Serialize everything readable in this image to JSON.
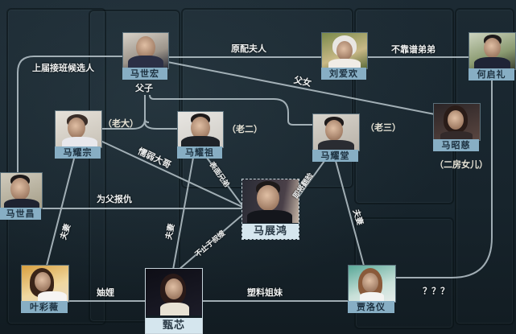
{
  "diagram": {
    "type": "character-relationship-map",
    "colors": {
      "background": "#1a2830",
      "line": "#b9c6cc",
      "name_tag": "#87aec4",
      "name_tag_center": "#d5e6ee",
      "label_text": "#f0f2f2"
    }
  },
  "characters": {
    "ma_shihong": {
      "name": "马世宏"
    },
    "liu_aihuan": {
      "name": "刘爱欢"
    },
    "he_qili": {
      "name": "何启礼"
    },
    "ma_yaozong": {
      "name": "马耀宗",
      "note": "（老大）"
    },
    "ma_yaozu": {
      "name": "马耀祖",
      "note": "（老二）"
    },
    "ma_yaotang": {
      "name": "马耀堂",
      "note": "（老三）"
    },
    "ma_zhaoci": {
      "name": "马昭慈",
      "note": "（二房女儿）"
    },
    "ma_shichang": {
      "name": "马世昌"
    },
    "ma_zhanhong": {
      "name": "马展鸿"
    },
    "ye_caiwei": {
      "name": "叶彩薇"
    },
    "zhen_xin": {
      "name": "甄芯"
    },
    "jia_luoyi": {
      "name": "贾洛仪"
    }
  },
  "relations": {
    "r1": {
      "from": "马世昌",
      "to": "马世宏",
      "label": "上届接班候选人"
    },
    "r2": {
      "from": "马世宏",
      "to": "刘爱欢",
      "label": "原配夫人"
    },
    "r3": {
      "from": "刘爱欢",
      "to": "何启礼",
      "label": "不靠谱弟弟"
    },
    "r4": {
      "from": "马世宏",
      "to": "马昭慈",
      "label": "父女"
    },
    "r5": {
      "from": "马世宏",
      "to": "马耀宗/马耀祖/马耀堂",
      "label": "父子"
    },
    "r6": {
      "from": "马耀宗",
      "to": "马展鸿",
      "label": "懦弱大哥"
    },
    "r7": {
      "from": "马耀祖",
      "to": "马展鸿",
      "label": "表面兄弟"
    },
    "r8": {
      "from": "马耀堂",
      "to": "马展鸿",
      "label": "即将翻脸"
    },
    "r9": {
      "from": "马世昌",
      "to": "马展鸿",
      "label": "为父报仇"
    },
    "r10": {
      "from": "马耀宗",
      "to": "叶彩薇",
      "label": "夫妻"
    },
    "r11": {
      "from": "马耀祖",
      "to": "甄芯",
      "label": "夫妻"
    },
    "r12": {
      "from": "马展鸿",
      "to": "甄芯",
      "label": "不止于叔嫂"
    },
    "r13": {
      "from": "马耀堂",
      "to": "贾洛仪",
      "label": "夫妻"
    },
    "r14": {
      "from": "叶彩薇",
      "to": "甄芯",
      "label": "妯娌"
    },
    "r15": {
      "from": "甄芯",
      "to": "贾洛仪",
      "label": "塑料姐妹"
    },
    "r16": {
      "from": "贾洛仪",
      "to": "何启礼",
      "label": "？？？"
    }
  }
}
